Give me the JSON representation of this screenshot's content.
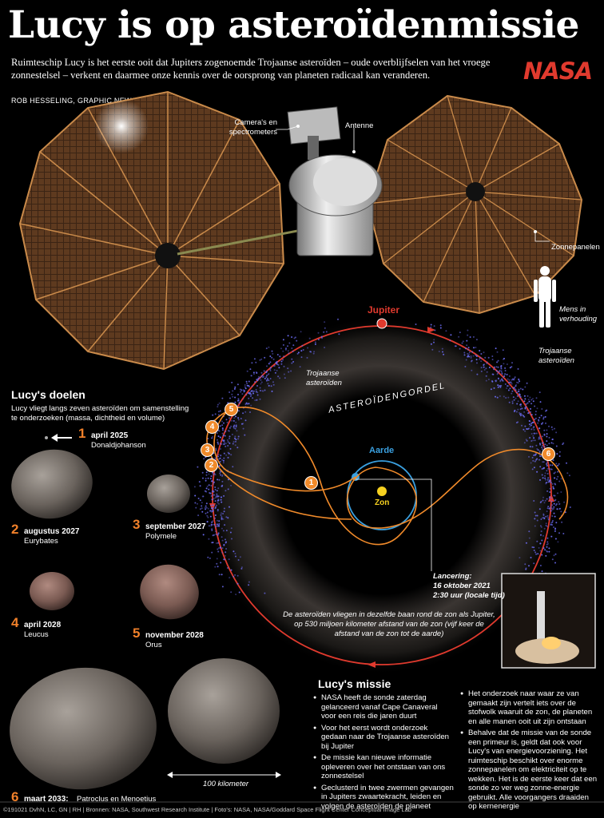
{
  "header": {
    "title": "Lucy is op asteroïdenmissie",
    "intro": "Ruimteschip Lucy is het eerste ooit dat Jupiters zogenoemde Trojaanse asteroïden – oude overblijfselen van het vroege zonnestelsel – verkent en daarmee onze kennis over de oorsprong van planeten radicaal kan veranderen.",
    "byline": "ROB HESSELING, GRAPHIC NEWS",
    "logo": "NASA"
  },
  "spacecraft": {
    "camera_label": "Camera's en spectrometers",
    "antenna_label": "Antenne",
    "panels_label": "Zonnepanelen",
    "human_label": "Mens in verhouding"
  },
  "orbit": {
    "jupiter": "Jupiter",
    "trojans_left": "Trojaanse asteroïden",
    "trojans_right": "Trojaanse asteroïden",
    "belt": "ASTEROÏDENGORDEL",
    "earth": "Aarde",
    "sun": "Zon",
    "launch_title": "Lancering:",
    "launch_date": "16 oktober 2021",
    "launch_time": "2:30 uur (locale tijd)",
    "caption": "De asteroïden vliegen in dezelfde baan rond de zon als Jupiter, op 530 miljoen kilometer afstand van de zon (vijf keer de afstand van de zon tot de aarde)",
    "markers": [
      "1",
      "2",
      "3",
      "4",
      "5",
      "6"
    ]
  },
  "goals": {
    "title": "Lucy's doelen",
    "text": "Lucy vliegt langs zeven asteroïden om samenstelling te onderzoeken (massa, dichtheid en volume)",
    "items": [
      {
        "num": "1",
        "date": "april 2025",
        "name": "Donaldjohanson"
      },
      {
        "num": "2",
        "date": "augustus 2027",
        "name": "Eurybates"
      },
      {
        "num": "3",
        "date": "september 2027",
        "name": "Polymele"
      },
      {
        "num": "4",
        "date": "april 2028",
        "name": "Leucus"
      },
      {
        "num": "5",
        "date": "november 2028",
        "name": "Orus"
      },
      {
        "num": "6",
        "date": "maart 2033:",
        "name": "Patroclus en Menoetius"
      }
    ],
    "scale": "100 kilometer"
  },
  "mission": {
    "title": "Lucy's missie",
    "col1": [
      "NASA heeft de sonde zaterdag gelanceerd vanaf Cape Canaveral voor een reis die jaren duurt",
      "Voor het eerst wordt onderzoek gedaan naar de Trojaanse asteroïden bij Jupiter",
      "De missie kan nieuwe informatie opleveren over het ontstaan van ons zonnestelsel",
      "Geclusterd in twee zwermen gevangen in Jupiters zwaartekracht, leiden en volgen de asteroïden de planeet"
    ],
    "col2": [
      "Het onderzoek naar waar ze van gemaakt zijn vertelt iets over de stofwolk waaruit de zon, de planeten en alle manen ooit uit zijn ontstaan",
      "Behalve dat de missie van de sonde een primeur is, geldt dat ook voor Lucy's van energievoorziening. Het ruimteschip beschikt over enorme zonnepanelen om elektriciteit op te wekken. Het is de eerste keer dat een sonde zo ver weg zonne-energie gebruikt. Alle voorgangers draaiden op kernenergie"
    ]
  },
  "footer": "©191021 DvhN, LC, GN  |  RH  |  Bronnen: NASA, Southwest Research Institute  |  Foto's: NASA, NASA/Goddard Space Flight Center Conceptual Image Lab",
  "colors": {
    "orange": "#f08a2a",
    "red": "#e03a2e",
    "blue": "#3aa0e0",
    "trojan": "#5a5adf",
    "sun": "#f5d020"
  }
}
